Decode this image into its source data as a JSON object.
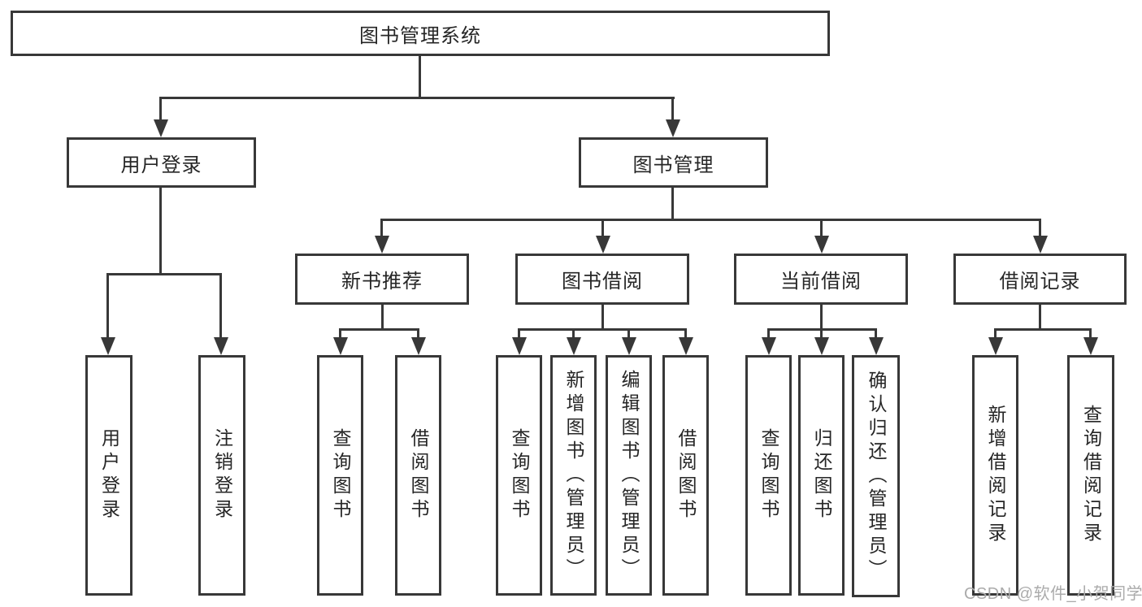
{
  "tree": {
    "root": {
      "label": "图书管理系统"
    },
    "branches": [
      {
        "label": "用户登录",
        "children": [
          {
            "label": "用户登录"
          },
          {
            "label": "注销登录"
          }
        ]
      },
      {
        "label": "图书管理",
        "children": [
          {
            "label": "新书推荐",
            "children": [
              {
                "label": "查询图书"
              },
              {
                "label": "借阅图书"
              }
            ]
          },
          {
            "label": "图书借阅",
            "children": [
              {
                "label": "查询图书"
              },
              {
                "label": "新增图书（管理员）"
              },
              {
                "label": "编辑图书（管理员）"
              },
              {
                "label": "借阅图书"
              }
            ]
          },
          {
            "label": "当前借阅",
            "children": [
              {
                "label": "查询图书"
              },
              {
                "label": "归还图书"
              },
              {
                "label": "确认归还（管理员）"
              }
            ]
          },
          {
            "label": "借阅记录",
            "children": [
              {
                "label": "新增借阅记录"
              },
              {
                "label": "查询借阅记录"
              }
            ]
          }
        ]
      }
    ]
  },
  "watermark": "CSDN @软件_小贺同学",
  "colors": {
    "line": "#383838",
    "text": "#262626",
    "watermark": "#ababab",
    "background": "#ffffff"
  }
}
